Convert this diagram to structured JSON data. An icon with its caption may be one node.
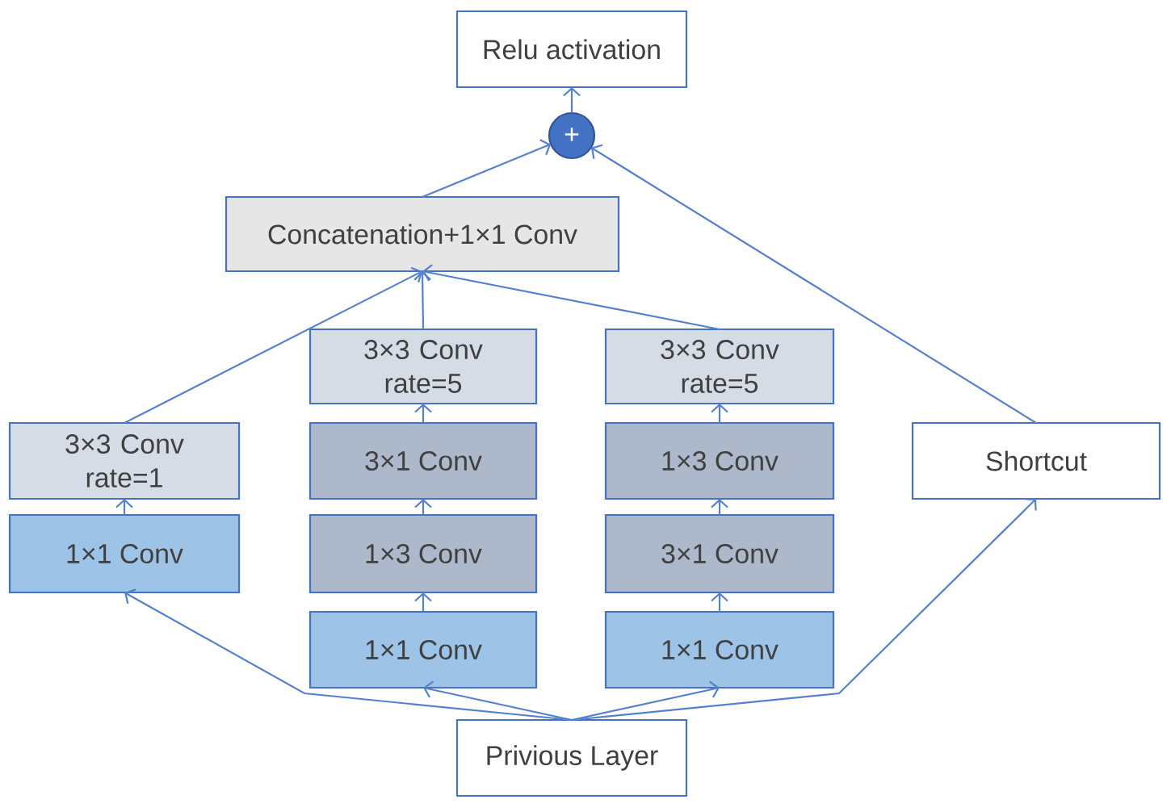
{
  "diagram": {
    "nodes": [
      {
        "text": [
          "Relu activation"
        ]
      },
      {
        "text": [
          "+"
        ]
      },
      {
        "text": [
          "Concatenation+1×1 Conv"
        ]
      },
      {
        "text": [
          "3×3 Conv rate=5"
        ]
      },
      {
        "text": [
          "3×3 Conv rate=5"
        ]
      },
      {
        "text": [
          "3×3 Conv rate=1"
        ]
      },
      {
        "text": [
          "3×1 Conv"
        ]
      },
      {
        "text": [
          "1×3 Conv"
        ]
      },
      {
        "text": [
          "Shortcut"
        ]
      },
      {
        "text": [
          "1×1 Conv"
        ]
      },
      {
        "text": [
          "1×3 Conv"
        ]
      },
      {
        "text": [
          "3×1 Conv"
        ]
      },
      {
        "text": [
          "1×1 Conv"
        ]
      },
      {
        "text": [
          "1×1 Conv"
        ]
      },
      {
        "text": [
          "Privious Layer"
        ]
      }
    ],
    "edges": [
      {
        "from": 14,
        "to": 12,
        "arrow": "to"
      },
      {
        "from": 14,
        "to": 9,
        "arrow": "to"
      },
      {
        "from": 14,
        "to": 13,
        "arrow": "to"
      },
      {
        "from": 14,
        "to": 8,
        "arrow": "to"
      },
      {
        "from": 9,
        "to": 5,
        "arrow": "to"
      },
      {
        "from": 12,
        "to": 10,
        "arrow": "to"
      },
      {
        "from": 10,
        "to": 6,
        "arrow": "to"
      },
      {
        "from": 6,
        "to": 3,
        "arrow": "to"
      },
      {
        "from": 13,
        "to": 11,
        "arrow": "to"
      },
      {
        "from": 11,
        "to": 7,
        "arrow": "to"
      },
      {
        "from": 7,
        "to": 4,
        "arrow": "to"
      },
      {
        "from": 5,
        "to": 2,
        "arrow": "to"
      },
      {
        "from": 3,
        "to": 2,
        "arrow": "to"
      },
      {
        "from": 4,
        "to": 2,
        "arrow": "to"
      },
      {
        "from": 2,
        "to": 1,
        "arrow": "to"
      },
      {
        "from": 8,
        "to": 1,
        "arrow": "to"
      },
      {
        "from": 1,
        "to": 0,
        "arrow": "to"
      }
    ]
  }
}
